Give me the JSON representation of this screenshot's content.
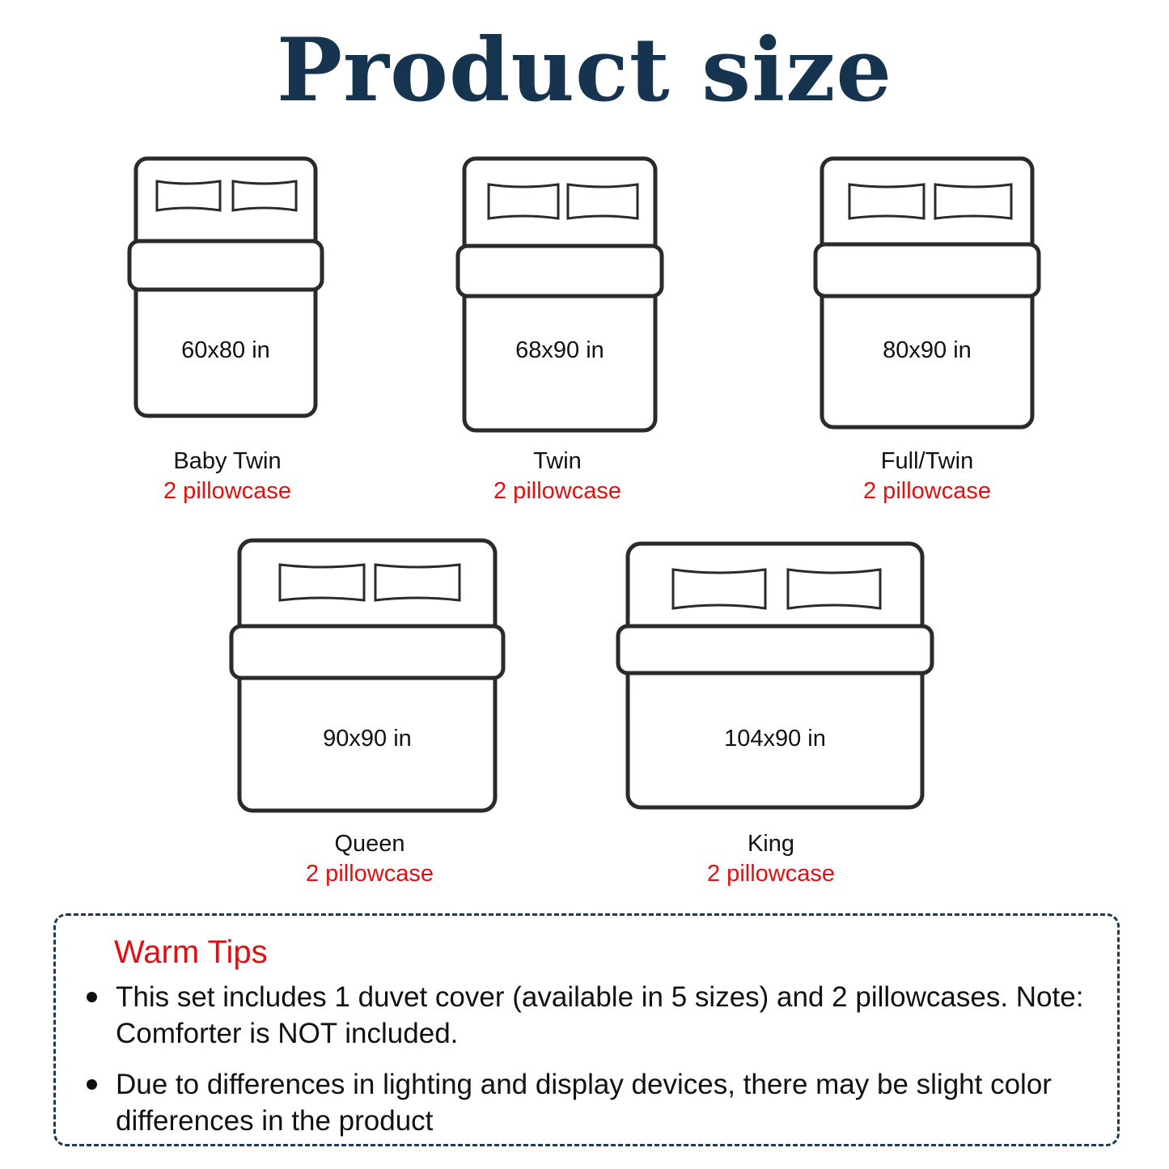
{
  "title": "Product size",
  "beds": [
    {
      "dimension": "60x80 in",
      "name": "Baby Twin",
      "pillowcase": "2 pillowcase"
    },
    {
      "dimension": "68x90 in",
      "name": "Twin",
      "pillowcase": "2 pillowcase"
    },
    {
      "dimension": "80x90 in",
      "name": "Full/Twin",
      "pillowcase": "2 pillowcase"
    },
    {
      "dimension": "90x90 in",
      "name": "Queen",
      "pillowcase": "2 pillowcase"
    },
    {
      "dimension": "104x90 in",
      "name": "King",
      "pillowcase": "2 pillowcase"
    }
  ],
  "tips": {
    "heading": "Warm Tips",
    "items": [
      "This set includes 1 duvet cover (available in 5 sizes) and 2 pillowcases. Note: Comforter is NOT included.",
      "Due to differences in lighting and display devices, there may be slight color differences in the product"
    ]
  },
  "colors": {
    "title": "#163350",
    "accent": "#e01010",
    "outline": "#2a2a2a"
  }
}
